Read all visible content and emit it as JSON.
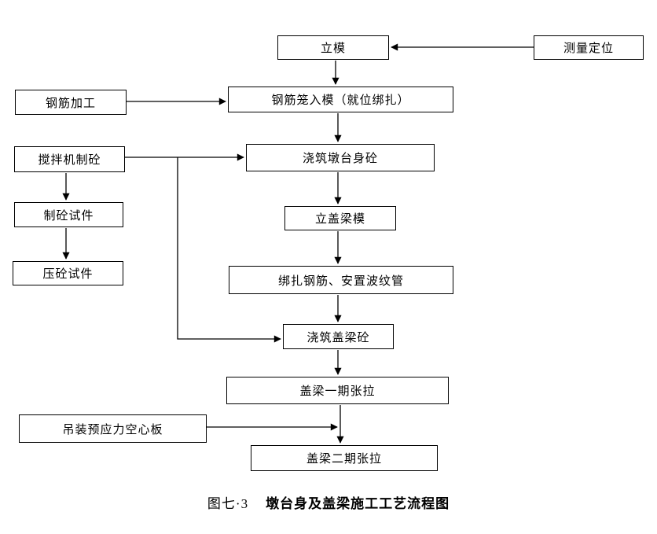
{
  "diagram": {
    "nodes": {
      "limo": {
        "label": "立模"
      },
      "celiangdingwei": {
        "label": "测量定位"
      },
      "gangjinjiagong": {
        "label": "钢筋加工"
      },
      "gangjinlongrumo": {
        "label": "钢筋笼入模（就位绑扎）"
      },
      "jiaobanjizhitong": {
        "label": "搅拌机制砼"
      },
      "jiaozhuduntai": {
        "label": "浇筑墩台身砼"
      },
      "zhitongshijian": {
        "label": "制砼试件"
      },
      "yatongshijian": {
        "label": "压砼试件"
      },
      "ligailiangmo": {
        "label": "立盖梁模"
      },
      "bangzhagangjin": {
        "label": "绑扎钢筋、安置波纹管"
      },
      "jiaozhugailiang": {
        "label": "浇筑盖梁砼"
      },
      "gailiangyiqi": {
        "label": "盖梁一期张拉"
      },
      "diaozhuangban": {
        "label": "吊装预应力空心板"
      },
      "gailiangerqi": {
        "label": "盖梁二期张拉"
      }
    },
    "caption": {
      "number": "图七·3",
      "title": "墩台身及盖梁施工工艺流程图"
    },
    "colors": {
      "line": "#000000",
      "background": "#ffffff",
      "text": "#000000"
    }
  }
}
